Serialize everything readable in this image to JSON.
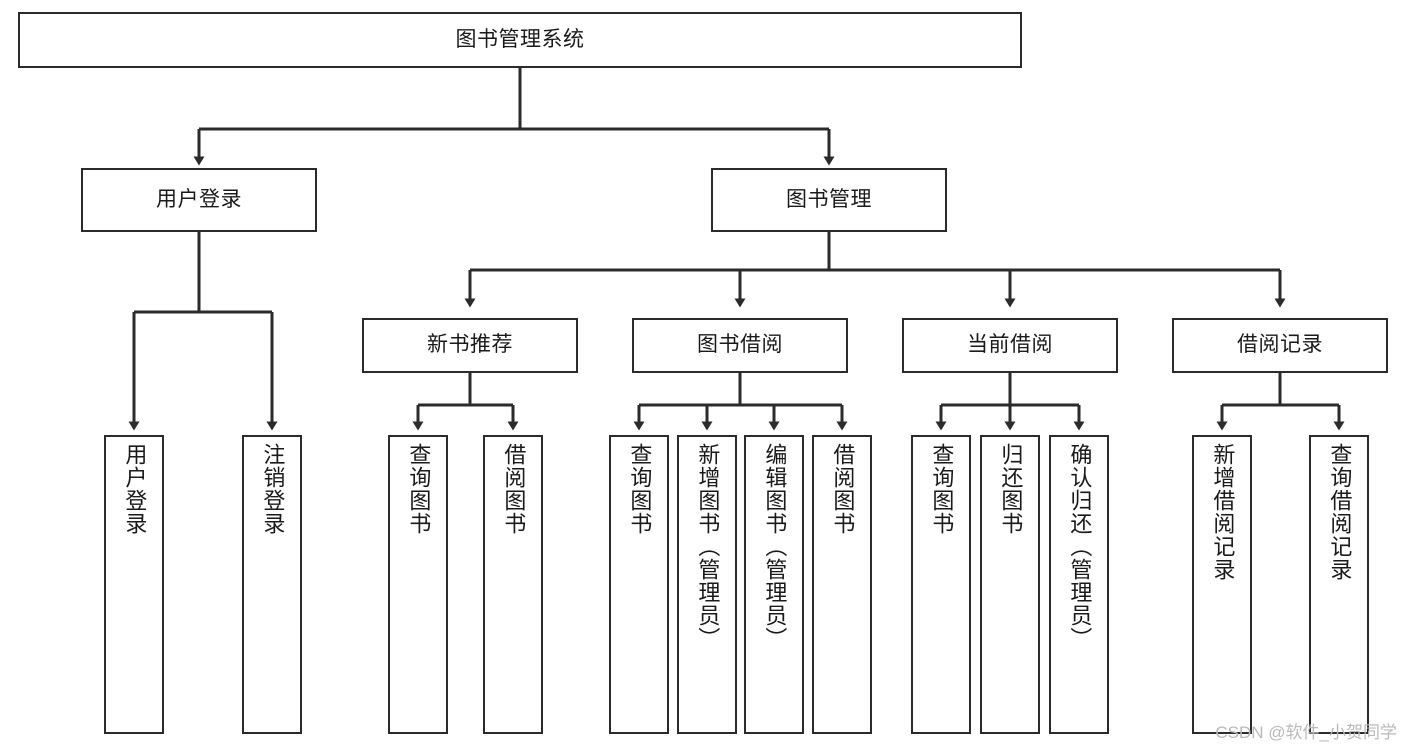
{
  "diagram": {
    "type": "tree-hierarchy-chart",
    "title": "图书管理系统",
    "stroke_color": "#2b2b2b",
    "fill_color": "#ffffff",
    "text_color": "#1a1a1a",
    "levels": {
      "root": {
        "label": "图书管理系统"
      },
      "level2": [
        {
          "label": "用户登录"
        },
        {
          "label": "图书管理"
        }
      ],
      "level3": [
        {
          "label": "新书推荐"
        },
        {
          "label": "图书借阅"
        },
        {
          "label": "当前借阅"
        },
        {
          "label": "借阅记录"
        }
      ],
      "leaves": {
        "user_login": [
          {
            "label": "用户登录"
          },
          {
            "label": "注销登录"
          }
        ],
        "new_book_recommend": [
          {
            "label": "查询图书"
          },
          {
            "label": "借阅图书"
          }
        ],
        "book_borrow": [
          {
            "label": "查询图书"
          },
          {
            "label": "新增图书（管理员）"
          },
          {
            "label": "编辑图书（管理员）"
          },
          {
            "label": "借阅图书"
          }
        ],
        "current_borrow": [
          {
            "label": "查询图书"
          },
          {
            "label": "归还图书"
          },
          {
            "label": "确认归还（管理员）"
          }
        ],
        "borrow_record": [
          {
            "label": "新增借阅记录"
          },
          {
            "label": "查询借阅记录"
          }
        ]
      }
    }
  },
  "watermark": {
    "text": "CSDN @软件_小贺同学"
  }
}
